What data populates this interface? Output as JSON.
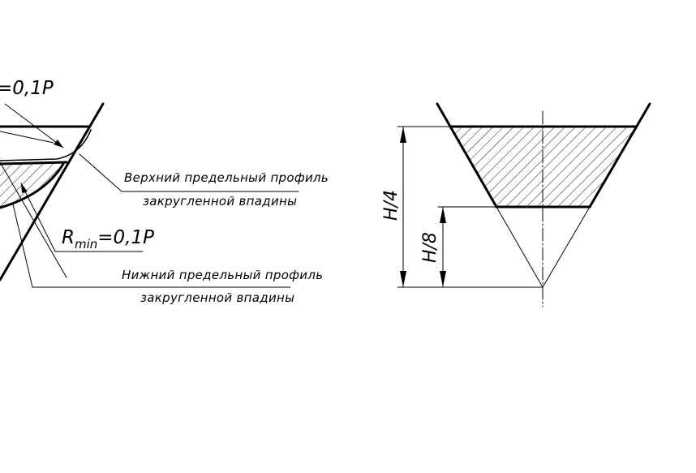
{
  "left_view": {
    "top_formula": "=0,1P",
    "r_min": {
      "symbol": "R",
      "subscript": "min",
      "value": "=0,1P"
    },
    "upper_profile": {
      "line1": "Верхний предельный профиль",
      "line2": "закругленной впадины"
    },
    "lower_profile": {
      "line1": "Нижний предельный профиль",
      "line2": "закругленной впадины"
    }
  },
  "right_view": {
    "dimension_quarter": "H/4",
    "dimension_eighth": "H/8"
  },
  "colors": {
    "line": "#000000",
    "background": "#ffffff"
  }
}
